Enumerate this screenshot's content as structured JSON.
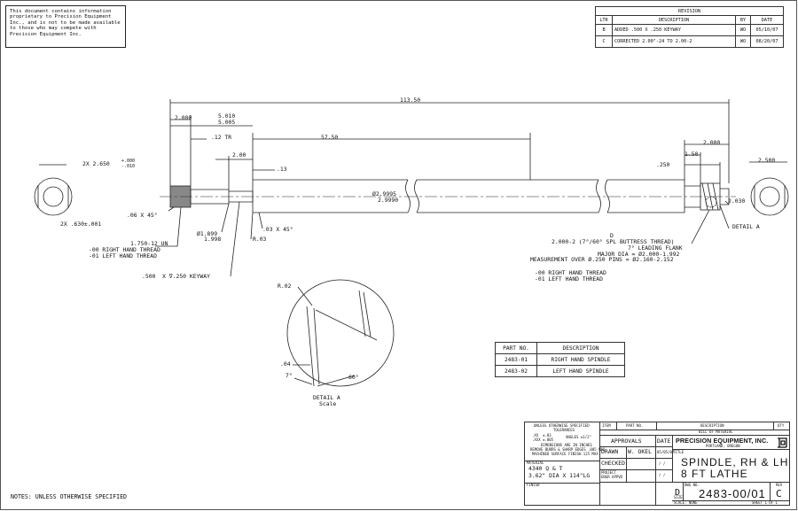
{
  "notice": {
    "lines": [
      "This document contains information",
      "proprietary to Precision Equipment",
      "Inc., and is not to be made available",
      "to those who may compete with",
      "Precision Equipment Inc."
    ]
  },
  "revision": {
    "title": "REVISION",
    "headers": [
      "LTR",
      "DESCRIPTION",
      "BY",
      "DATE"
    ],
    "rows": [
      {
        "ltr": "B",
        "desc": "ADDED .500 X .250 KEYWAY",
        "by": "WO",
        "date": "05/10/07"
      },
      {
        "ltr": "C",
        "desc": "CORRECTED 2.00\"-24 TO 2.00-2",
        "by": "WO",
        "date": "08/20/07"
      }
    ]
  },
  "dims": {
    "overall": "113.50",
    "d2000": "2.000",
    "d5010": "5.010",
    "d5005": "5.005",
    "d12tr": ".12 TR",
    "d5750": "57.50",
    "d200": "2.00",
    "d13": ".13",
    "d2650a": "2X 2.650",
    "d2650b": "+.000",
    "d2650c": "-.010",
    "d630": "2X .630±.001",
    "d06": ".06 X 45°",
    "dia1899a": "Ø1.899",
    "dia1899b": "1.998",
    "r03": "R.03",
    "ch03": ".03 X 45°",
    "thread1": "1.750-12 UN",
    "thread1b": "-00 RIGHT HAND THREAD",
    "thread1c": "-01 LEFT HAND THREAD",
    "keyway": ".500  X ∇.250 KEYWAY",
    "dia2999a": "Ø2.9995",
    "dia2999b": "2.9990",
    "r2000": "2.000",
    "r150": "1.50",
    "r250": ".250",
    "r2500": "2.500",
    "r2030": "2.030",
    "detailA": "DETAIL A",
    "callD": "D",
    "thread2": "2.000-2 (7°/60° SPL BUTTRESS THREAD)",
    "thread2b": "7° LEADING FLANK",
    "thread2c": "MAJOR DIA = Ø2.000-1.992",
    "thread2d": "MEASUREMENT OVER Ø.250 PINS = Ø2.160-2.152",
    "thread2e": "-00 RIGHT HAND THREAD",
    "thread2f": "-01 LEFT HAND THREAD"
  },
  "detail": {
    "r02": "R.02",
    "d04": ".04",
    "a7": "7°",
    "a60": "60°",
    "label": "DETAIL A",
    "scale": "Scale"
  },
  "parts": {
    "headers": [
      "PART NO.",
      "DESCRIPTION"
    ],
    "rows": [
      {
        "no": "2483-01",
        "desc": "RIGHT HAND SPINDLE"
      },
      {
        "no": "2483-02",
        "desc": "LEFT HAND SPINDLE"
      }
    ]
  },
  "titleblock": {
    "unless": "UNLESS OTHERWISE SPECIFIED",
    "tolerances": "TOLERANCES",
    "tol1": ".XX  ±.03",
    "tol2": ".XXX ±.005",
    "angles": "ANGLES ±1/2°",
    "dims_in": "DIMENSIONS ARE IN INCHES",
    "remove": "REMOVE BURRS & SHARP EDGES .005 MAX",
    "finish": "MACHINED SURFACE FINISH 125 MAX",
    "material_label": "MATERIAL",
    "material1": "4340 Q & T",
    "material2": "3.62\" DIA X 114\"LG",
    "finish_label": "FINISH",
    "item": "ITEM",
    "partno": "PART NO.",
    "description": "DESCRIPTION",
    "qty": "QTY",
    "bom": "BILL OF MATERIAL",
    "approvals": "APPROVALS",
    "date": "DATE",
    "drawn": "DRAWN",
    "drawn_by": "W. OKEL",
    "drawn_date": "05/05/07",
    "checked": "CHECKED",
    "project": "PROJECT",
    "engr": "ENGR APPVD",
    "slash": "/ /",
    "company": "PRECISION EQUIPMENT, INC.",
    "city": "PORTLAND, OREGON",
    "title_label": "TITLE",
    "title1": "SPINDLE, RH & LH",
    "title2": "8 FT LATHE",
    "size_label": "SIZE",
    "size": "D",
    "dwgno_label": "DWG NO.",
    "dwgno": "2483-00/01",
    "rev_label": "REV",
    "rev": "C",
    "scale": "SCALE: NONE",
    "sheet": "SHEET 1 OF 1"
  },
  "notes": "NOTES: UNLESS OTHERWISE SPECIFIED"
}
